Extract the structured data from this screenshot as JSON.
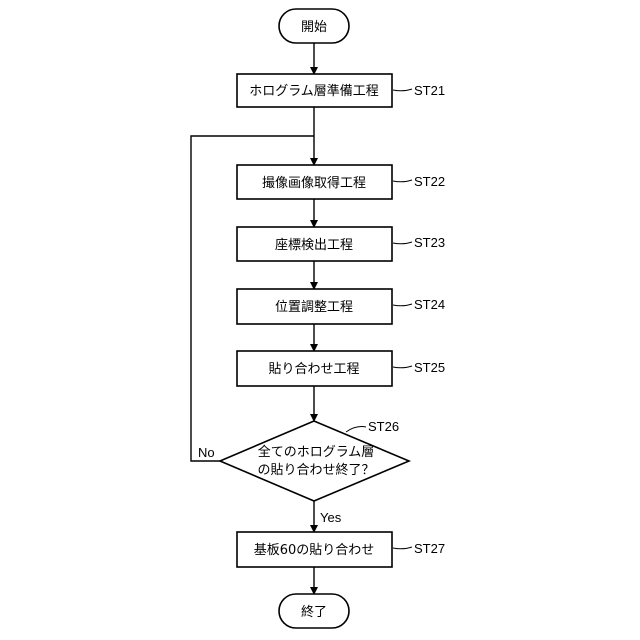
{
  "flowchart": {
    "start": "開始",
    "end": "終了",
    "steps": [
      {
        "text": "ホログラム層準備工程",
        "tag": "ST21"
      },
      {
        "text": "撮像画像取得工程",
        "tag": "ST22"
      },
      {
        "text": "座標検出工程",
        "tag": "ST23"
      },
      {
        "text": "位置調整工程",
        "tag": "ST24"
      },
      {
        "text": "貼り合わせ工程",
        "tag": "ST25"
      },
      {
        "text": "基板60の貼り合わせ",
        "tag": "ST27"
      }
    ],
    "decision": {
      "line1": "全てのホログラム層",
      "line2": "の貼り合わせ終了？",
      "tag": "ST26",
      "no_label": "No",
      "yes_label": "Yes"
    }
  }
}
